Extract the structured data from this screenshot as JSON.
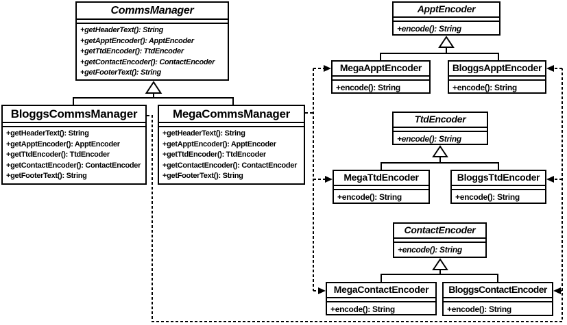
{
  "diagram": {
    "kind": "uml-class-diagram",
    "colors": {
      "background": "#ffffff",
      "line": "#000000",
      "text": "#000000",
      "box_fill": "#ffffff"
    },
    "classes": [
      {
        "name": "CommsManager",
        "abstract": true,
        "methods": [
          "+getHeaderText(): String",
          "+getApptEncoder(): ApptEncoder",
          "+getTtdEncoder(): TtdEncoder",
          "+getContactEncoder(): ContactEncoder",
          "+getFooterText(): String"
        ]
      },
      {
        "name": "BloggsCommsManager",
        "abstract": false,
        "methods": [
          "+getHeaderText(): String",
          "+getApptEncoder(): ApptEncoder",
          "+getTtdEncoder(): TtdEncoder",
          "+getContactEncoder(): ContactEncoder",
          "+getFooterText(): String"
        ]
      },
      {
        "name": "MegaCommsManager",
        "abstract": false,
        "methods": [
          "+getHeaderText(): String",
          "+getApptEncoder(): ApptEncoder",
          "+getTtdEncoder(): TtdEncoder",
          "+getContactEncoder(): ContactEncoder",
          "+getFooterText(): String"
        ]
      },
      {
        "name": "ApptEncoder",
        "abstract": true,
        "methods": [
          "+encode(): String"
        ]
      },
      {
        "name": "MegaApptEncoder",
        "abstract": false,
        "methods": [
          "+encode(): String"
        ]
      },
      {
        "name": "BloggsApptEncoder",
        "abstract": false,
        "methods": [
          "+encode(): String"
        ]
      },
      {
        "name": "TtdEncoder",
        "abstract": true,
        "methods": [
          "+encode(): String"
        ]
      },
      {
        "name": "MegaTtdEncoder",
        "abstract": false,
        "methods": [
          "+encode(): String"
        ]
      },
      {
        "name": "BloggsTtdEncoder",
        "abstract": false,
        "methods": [
          "+encode(): String"
        ]
      },
      {
        "name": "ContactEncoder",
        "abstract": true,
        "methods": [
          "+encode(): String"
        ]
      },
      {
        "name": "MegaContactEncoder",
        "abstract": false,
        "methods": [
          "+encode(): String"
        ]
      },
      {
        "name": "BloggsContactEncoder",
        "abstract": false,
        "methods": [
          "+encode(): String"
        ]
      }
    ],
    "relationships": {
      "inheritance": [
        {
          "child": "BloggsCommsManager",
          "parent": "CommsManager"
        },
        {
          "child": "MegaCommsManager",
          "parent": "CommsManager"
        },
        {
          "child": "MegaApptEncoder",
          "parent": "ApptEncoder"
        },
        {
          "child": "BloggsApptEncoder",
          "parent": "ApptEncoder"
        },
        {
          "child": "MegaTtdEncoder",
          "parent": "TtdEncoder"
        },
        {
          "child": "BloggsTtdEncoder",
          "parent": "TtdEncoder"
        },
        {
          "child": "MegaContactEncoder",
          "parent": "ContactEncoder"
        },
        {
          "child": "BloggsContactEncoder",
          "parent": "ContactEncoder"
        }
      ],
      "dependency": [
        {
          "from": "MegaCommsManager",
          "to": "MegaApptEncoder"
        },
        {
          "from": "MegaCommsManager",
          "to": "MegaTtdEncoder"
        },
        {
          "from": "MegaCommsManager",
          "to": "MegaContactEncoder"
        },
        {
          "from": "BloggsCommsManager",
          "to": "BloggsApptEncoder"
        },
        {
          "from": "BloggsCommsManager",
          "to": "BloggsTtdEncoder"
        },
        {
          "from": "BloggsCommsManager",
          "to": "BloggsContactEncoder"
        }
      ]
    }
  }
}
